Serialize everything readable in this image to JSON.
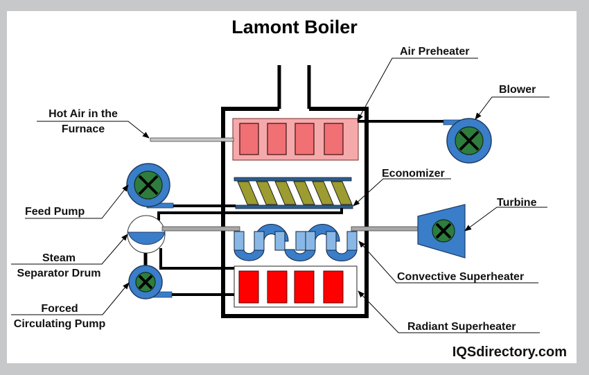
{
  "title": "Lamont Boiler",
  "brand": "IQSdirectory.com",
  "labels": {
    "air_preheater": "Air Preheater",
    "blower": "Blower",
    "hot_air_line1": "Hot Air in the",
    "hot_air_line2": "Furnace",
    "economizer": "Economizer",
    "feed_pump": "Feed Pump",
    "turbine": "Turbine",
    "steam_line1": "Steam",
    "steam_line2": "Separator Drum",
    "convective_superheater": "Convective Superheater",
    "forced_line1": "Forced",
    "forced_line2": "Circulating Pump",
    "radiant_superheater": "Radiant Superheater"
  },
  "colors": {
    "pump_blue": "#3a7dc9",
    "pump_green": "#2e7d3e",
    "preheater_bg": "#f6a9ab",
    "preheater_cell": "#f07074",
    "economizer_bar": "#2f5c8a",
    "economizer_coil": "#9c9c30",
    "superheater_light": "#8ab8e6",
    "superheater_dark": "#3a7dc9",
    "radiant_cell": "#ff0000",
    "pipe_gray": "#a8a8a8"
  }
}
